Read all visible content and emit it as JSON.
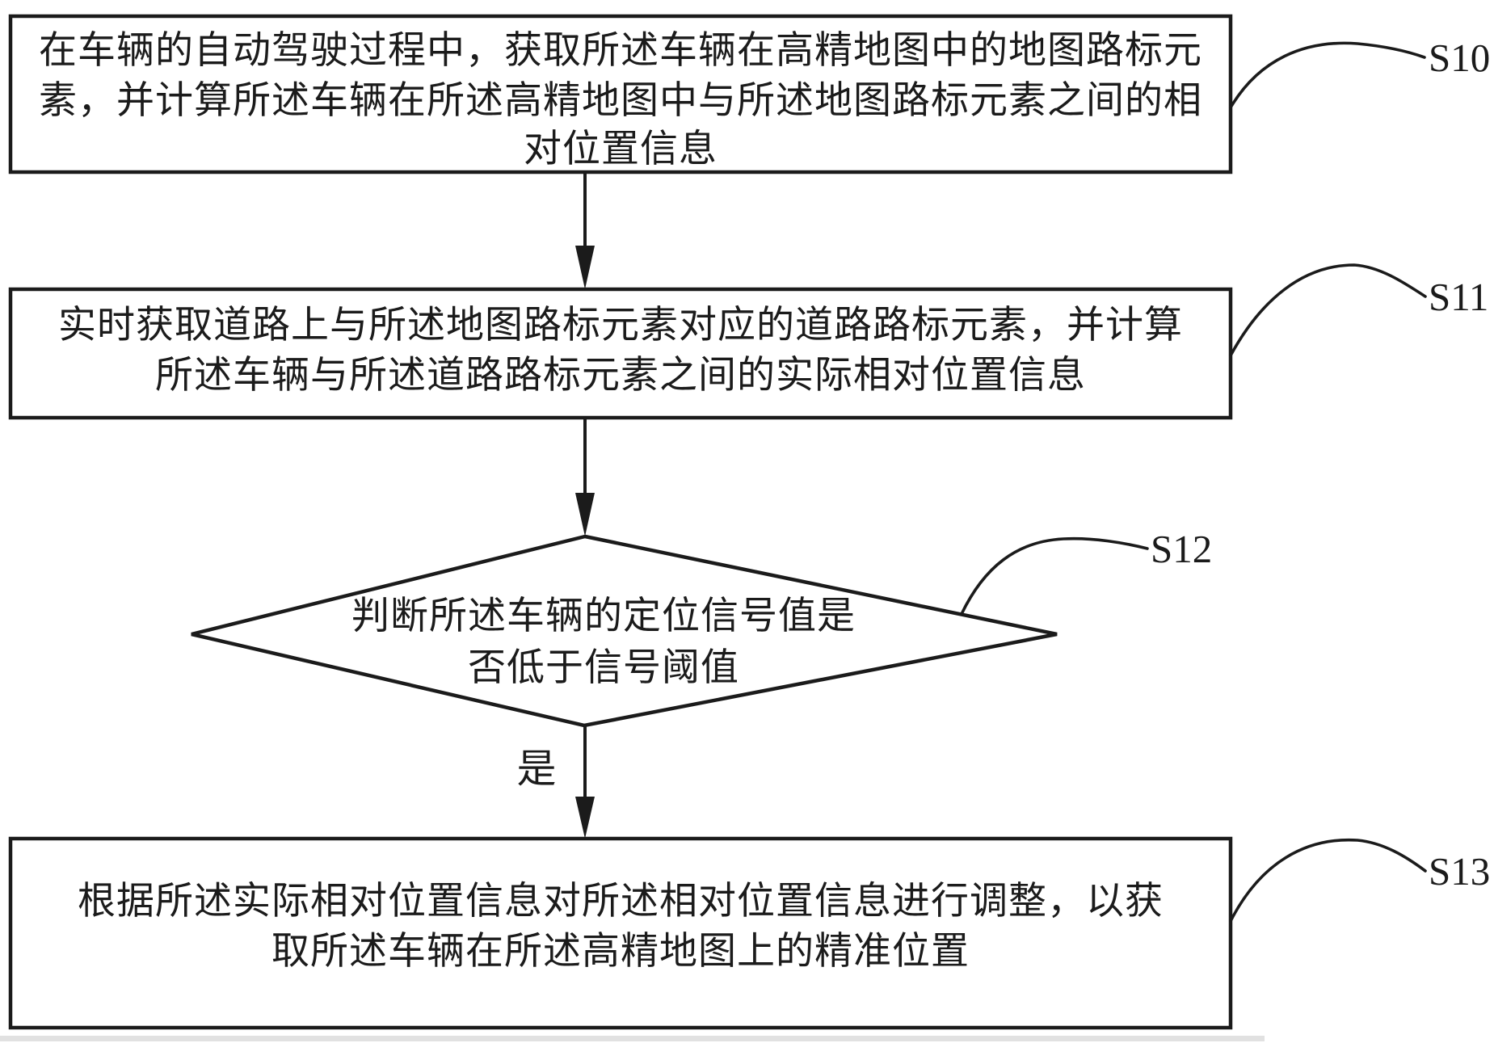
{
  "flowchart": {
    "background": "#ffffff",
    "ink_color": "#1b1b1b",
    "steps": [
      {
        "step_label": "S10",
        "shape": "rectangle",
        "lines": [
          "在车辆的自动驾驶过程中，获取所述车辆在高精地图中的地图路标元",
          "素，并计算所述车辆在所述高精地图中与所述地图路标元素之间的相",
          "对位置信息"
        ]
      },
      {
        "step_label": "S11",
        "shape": "rectangle",
        "lines": [
          "实时获取道路上与所述地图路标元素对应的道路路标元素，并计算",
          "所述车辆与所述道路路标元素之间的实际相对位置信息"
        ]
      },
      {
        "step_label": "S12",
        "shape": "diamond",
        "lines": [
          "判断所述车辆的定位信号值是",
          "否低于信号阈值"
        ]
      },
      {
        "step_label": "S13",
        "shape": "rectangle",
        "lines": [
          "根据所述实际相对位置信息对所述相对位置信息进行调整，以获",
          "取所述车辆在所述高精地图上的精准位置"
        ]
      }
    ],
    "connectors": [
      {
        "from": "S10",
        "to": "S11",
        "label": ""
      },
      {
        "from": "S11",
        "to": "S12",
        "label": ""
      },
      {
        "from": "S12",
        "to": "S13",
        "label": "是"
      }
    ]
  }
}
